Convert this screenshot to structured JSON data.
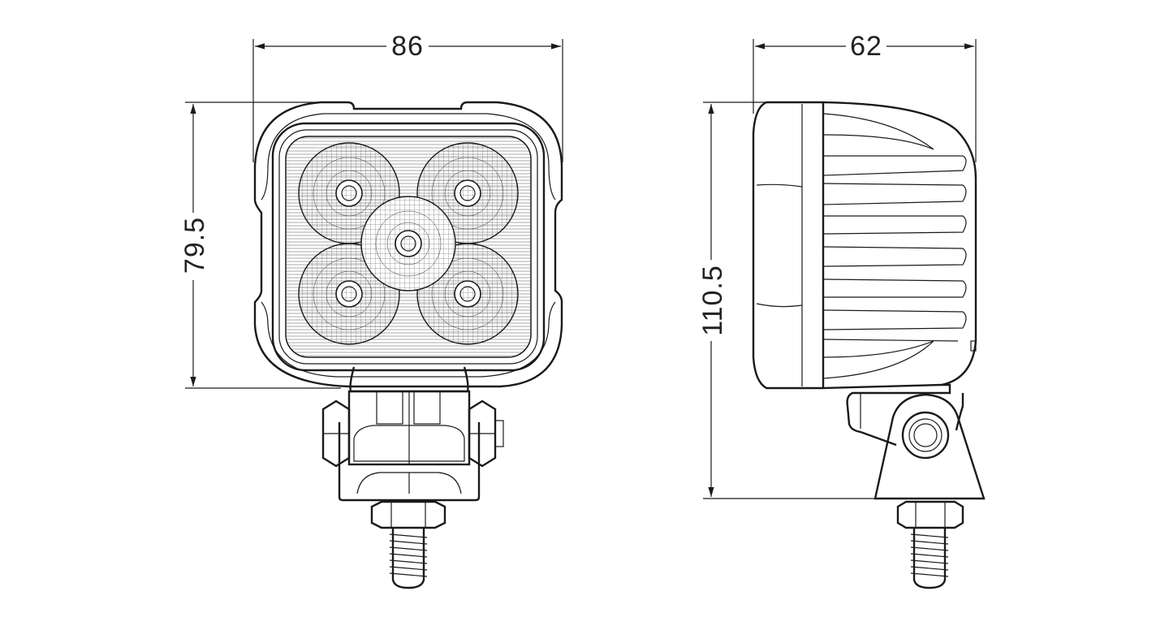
{
  "front_view": {
    "width_label": "86",
    "height_label": "79.5"
  },
  "side_view": {
    "depth_label": "62",
    "total_height_label": "110.5"
  },
  "colors": {
    "line": "#1a1a1a",
    "background": "#ffffff"
  }
}
